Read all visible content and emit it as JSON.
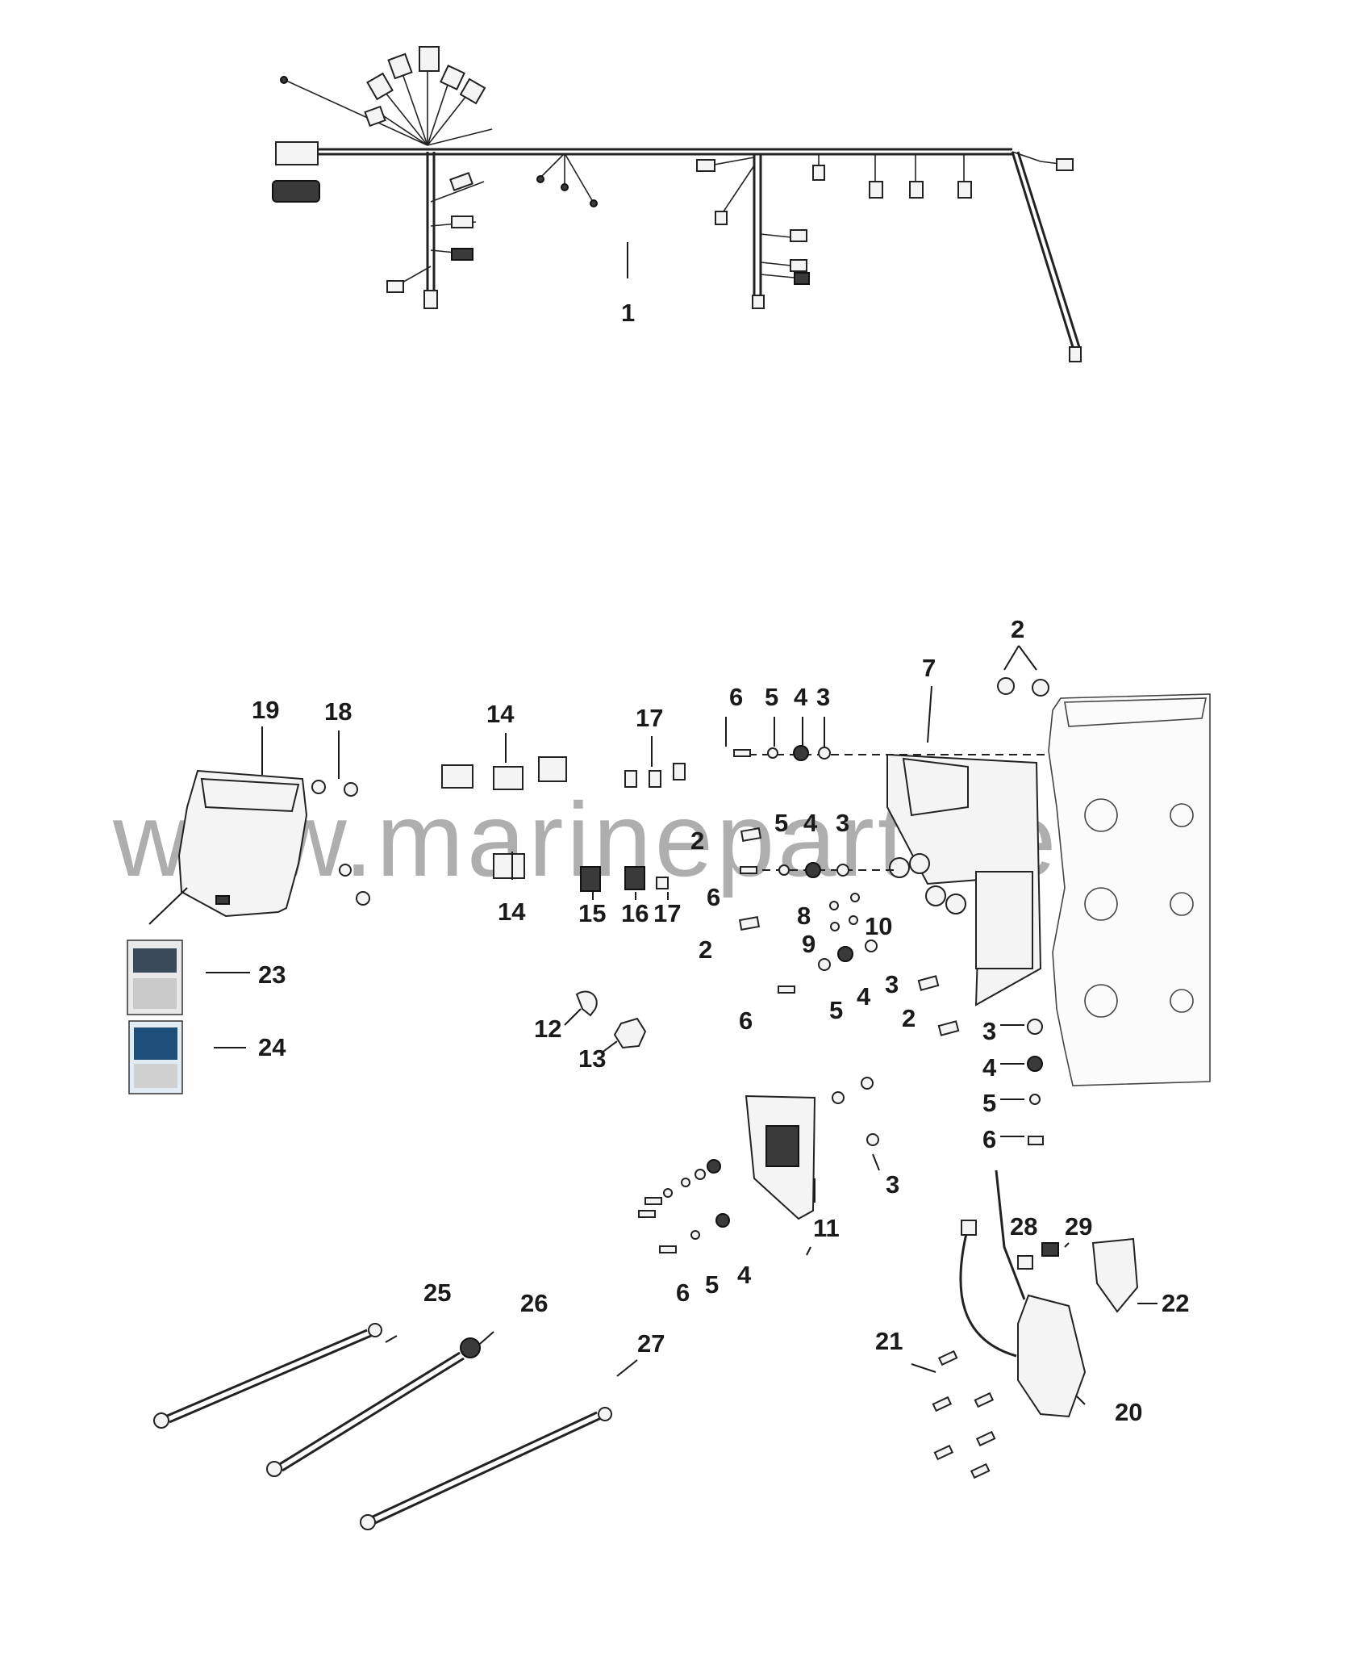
{
  "watermark": "www.marineparts.eu",
  "callouts": {
    "c1": "1",
    "c2a": "2",
    "c2b": "2",
    "c2c": "2",
    "c2d": "2",
    "c3a": "3",
    "c3b": "3",
    "c3c": "3",
    "c3d": "3",
    "c3e": "3",
    "c4a": "4",
    "c4b": "4",
    "c4c": "4",
    "c4d": "4",
    "c4e": "4",
    "c5a": "5",
    "c5b": "5",
    "c5c": "5",
    "c5d": "5",
    "c5e": "5",
    "c6a": "6",
    "c6b": "6",
    "c6c": "6",
    "c6d": "6",
    "c6e": "6",
    "c7": "7",
    "c8": "8",
    "c9": "9",
    "c10": "10",
    "c11": "11",
    "c12": "12",
    "c13": "13",
    "c14a": "14",
    "c14b": "14",
    "c15": "15",
    "c16": "16",
    "c17a": "17",
    "c17b": "17",
    "c18": "18",
    "c19": "19",
    "c20": "20",
    "c21": "21",
    "c22": "22",
    "c23": "23",
    "c24": "24",
    "c25": "25",
    "c26": "26",
    "c27": "27",
    "c28": "28",
    "c29": "29"
  }
}
